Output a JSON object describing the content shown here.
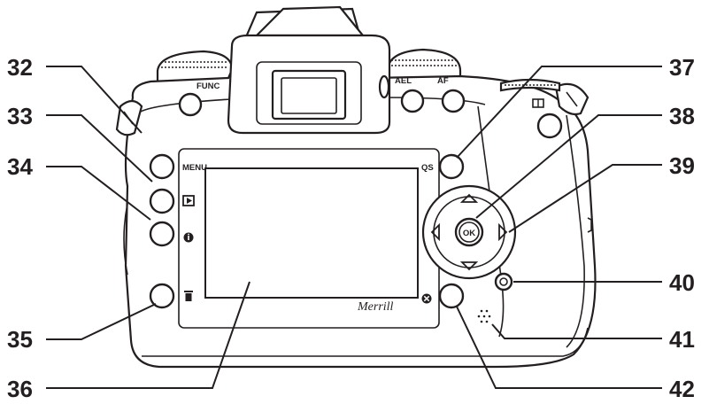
{
  "callouts": {
    "c32": "32",
    "c33": "33",
    "c34": "34",
    "c35": "35",
    "c36": "36",
    "c37": "37",
    "c38": "38",
    "c39": "39",
    "c40": "40",
    "c41": "41",
    "c42": "42"
  },
  "button_labels": {
    "func": "FUNC",
    "ael": "AEL",
    "af": "AF",
    "menu": "MENU",
    "qs": "QS",
    "ok": "OK"
  },
  "signature": "Merrill",
  "icons": {
    "play": "playback-icon",
    "info": "info-icon",
    "trash": "trash-icon",
    "cancel": "cancel-icon",
    "afpoint": "af-point-icon"
  }
}
